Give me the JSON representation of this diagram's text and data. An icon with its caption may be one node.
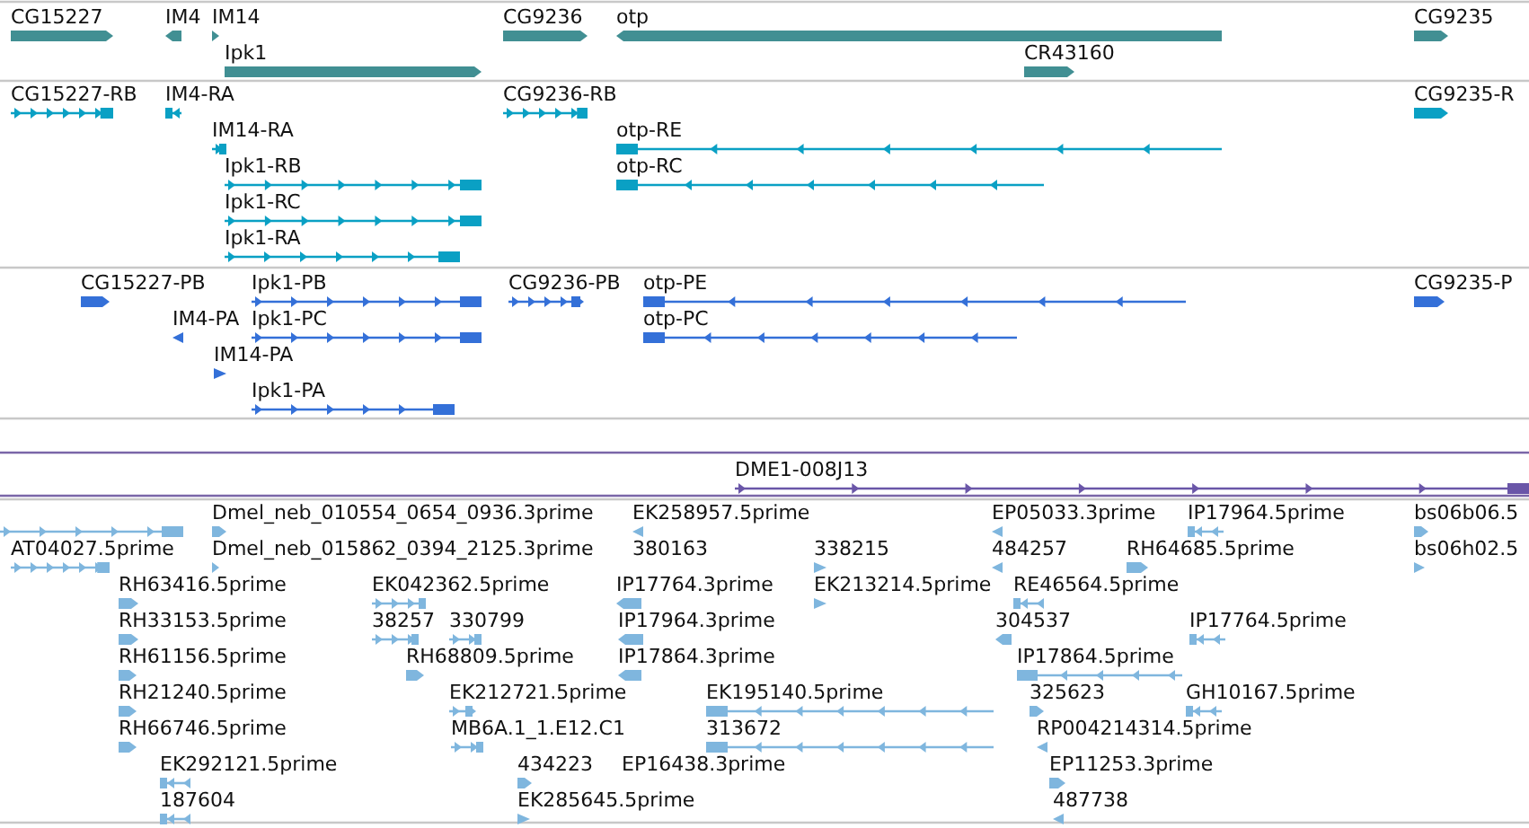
{
  "diagram": {
    "labels": [
      "CG15227",
      "IM4",
      "IM14",
      "CG9236",
      "otp",
      "CG9235",
      "Ipk1",
      "CR43160",
      "CG15227-RB",
      "IM4-RA",
      "CG9236-RB",
      "CG9235-R",
      "IM14-RA",
      "otp-RE",
      "Ipk1-RB",
      "otp-RC",
      "Ipk1-RC",
      "Ipk1-RA",
      "CG15227-PB",
      "Ipk1-PB",
      "CG9236-PB",
      "otp-PE",
      "CG9235-P",
      "IM4-PA",
      "Ipk1-PC",
      "otp-PC",
      "IM14-PA",
      "Ipk1-PA",
      "DME1-008J13",
      "Dmel_neb_010554_0654_0936.3prime",
      "EK258957.5prime",
      "EP05033.3prime",
      "IP17964.5prime",
      "bs06b06.5",
      "AT04027.5prime",
      "Dmel_neb_015862_0394_2125.3prime",
      "380163",
      "338215",
      "484257",
      "RH64685.5prime",
      "bs06h02.5",
      "RH63416.5prime",
      "EK042362.5prime",
      "IP17764.3prime",
      "EK213214.5prime",
      "RE46564.5prime",
      "RH33153.5prime",
      "38257",
      "330799",
      "IP17964.3prime",
      "304537",
      "IP17764.5prime",
      "RH61156.5prime",
      "RH68809.5prime",
      "IP17864.3prime",
      "IP17864.5prime",
      "RH21240.5prime",
      "EK212721.5prime",
      "EK195140.5prime",
      "325623",
      "GH10167.5prime",
      "RH66746.5prime",
      "MB6A.1_1.E12.C1",
      "313672",
      "RP004214314.5prime",
      "EK292121.5prime",
      "434223",
      "EP16438.3prime",
      "EP11253.3prime",
      "187604",
      "EK285645.5prime",
      "487738"
    ]
  }
}
